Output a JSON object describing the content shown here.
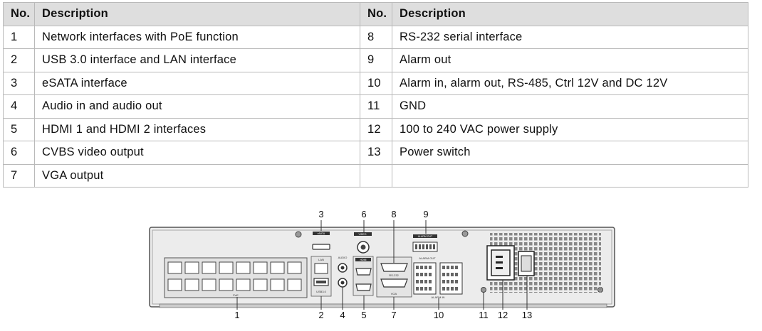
{
  "table": {
    "headers": [
      "No.",
      "Description",
      "No.",
      "Description"
    ],
    "rows": [
      {
        "no_left": "1",
        "desc_left": "Network interfaces with PoE function",
        "no_right": "8",
        "desc_right": "RS-232 serial interface"
      },
      {
        "no_left": "2",
        "desc_left": "USB 3.0 interface and LAN interface",
        "no_right": "9",
        "desc_right": "Alarm out"
      },
      {
        "no_left": "3",
        "desc_left": "eSATA interface",
        "no_right": "10",
        "desc_right": "Alarm in, alarm out, RS-485, Ctrl 12V and DC 12V"
      },
      {
        "no_left": "4",
        "desc_left": "Audio in and audio out",
        "no_right": "11",
        "desc_right": "GND"
      },
      {
        "no_left": "5",
        "desc_left": "HDMI 1 and HDMI 2 interfaces",
        "no_right": "12",
        "desc_right": "100 to 240 VAC power supply"
      },
      {
        "no_left": "6",
        "desc_left": "CVBS video output",
        "no_right": "13",
        "desc_right": "Power switch"
      },
      {
        "no_left": "7",
        "desc_left": "VGA output",
        "no_right": "",
        "desc_right": ""
      }
    ]
  },
  "diagram": {
    "callouts_top": [
      "3",
      "6",
      "8",
      "9"
    ],
    "callouts_bottom": [
      "1",
      "2",
      "4",
      "5",
      "7",
      "10",
      "11",
      "12",
      "13"
    ],
    "panel_labels": {
      "esata": "eSATA",
      "video": "VIDEO",
      "alarm_out_top": "ALARM OUT",
      "alarm_out": "ALARM OUT",
      "alarm_in": "ALARM IN",
      "lan": "LAN",
      "usb": "USB3.0",
      "audio": "AUDIO",
      "hdmi": "HDMI",
      "rs232": "RS-232",
      "vga": "VGA",
      "poe": "PoE"
    }
  }
}
